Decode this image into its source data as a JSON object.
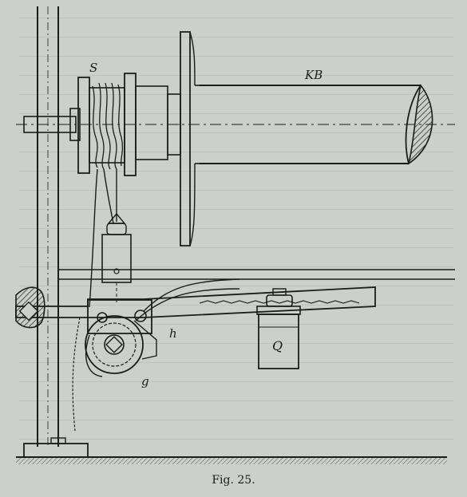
{
  "figure": {
    "caption": "Fig. 25.",
    "labels": {
      "spool": "S",
      "shaft": "KB",
      "lever": "h",
      "gear": "g",
      "weight": "Q"
    }
  },
  "colors": {
    "paper": "#cdcfca",
    "ink": "#1c1d1b"
  }
}
